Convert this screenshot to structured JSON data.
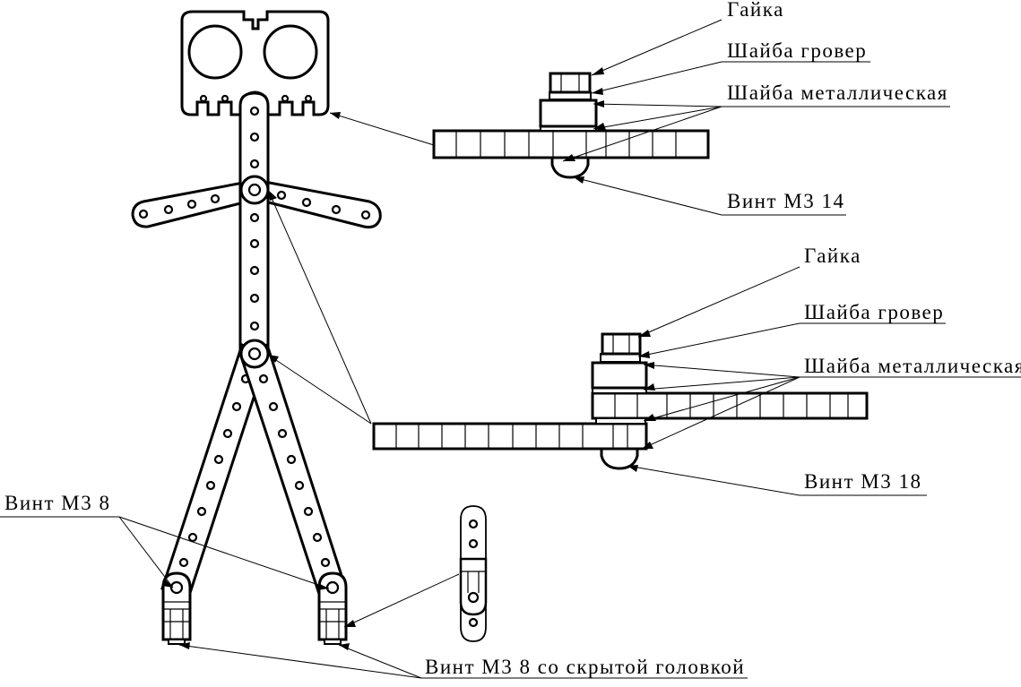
{
  "labels": {
    "nut_top": "Гайка",
    "grover_top": "Шайба гровер",
    "metal_washer_top": "Шайба металлическая",
    "screw_m3_14": "Винт М3 14",
    "nut_mid": "Гайка",
    "grover_mid": "Шайба гровер",
    "metal_washer_mid": "Шайба металлическая",
    "screw_m3_18": "Винт М3 18",
    "screw_m3_8": "Винт М3 8",
    "screw_m3_8_hidden": "Винт М3 8 со скрытой головкой"
  }
}
